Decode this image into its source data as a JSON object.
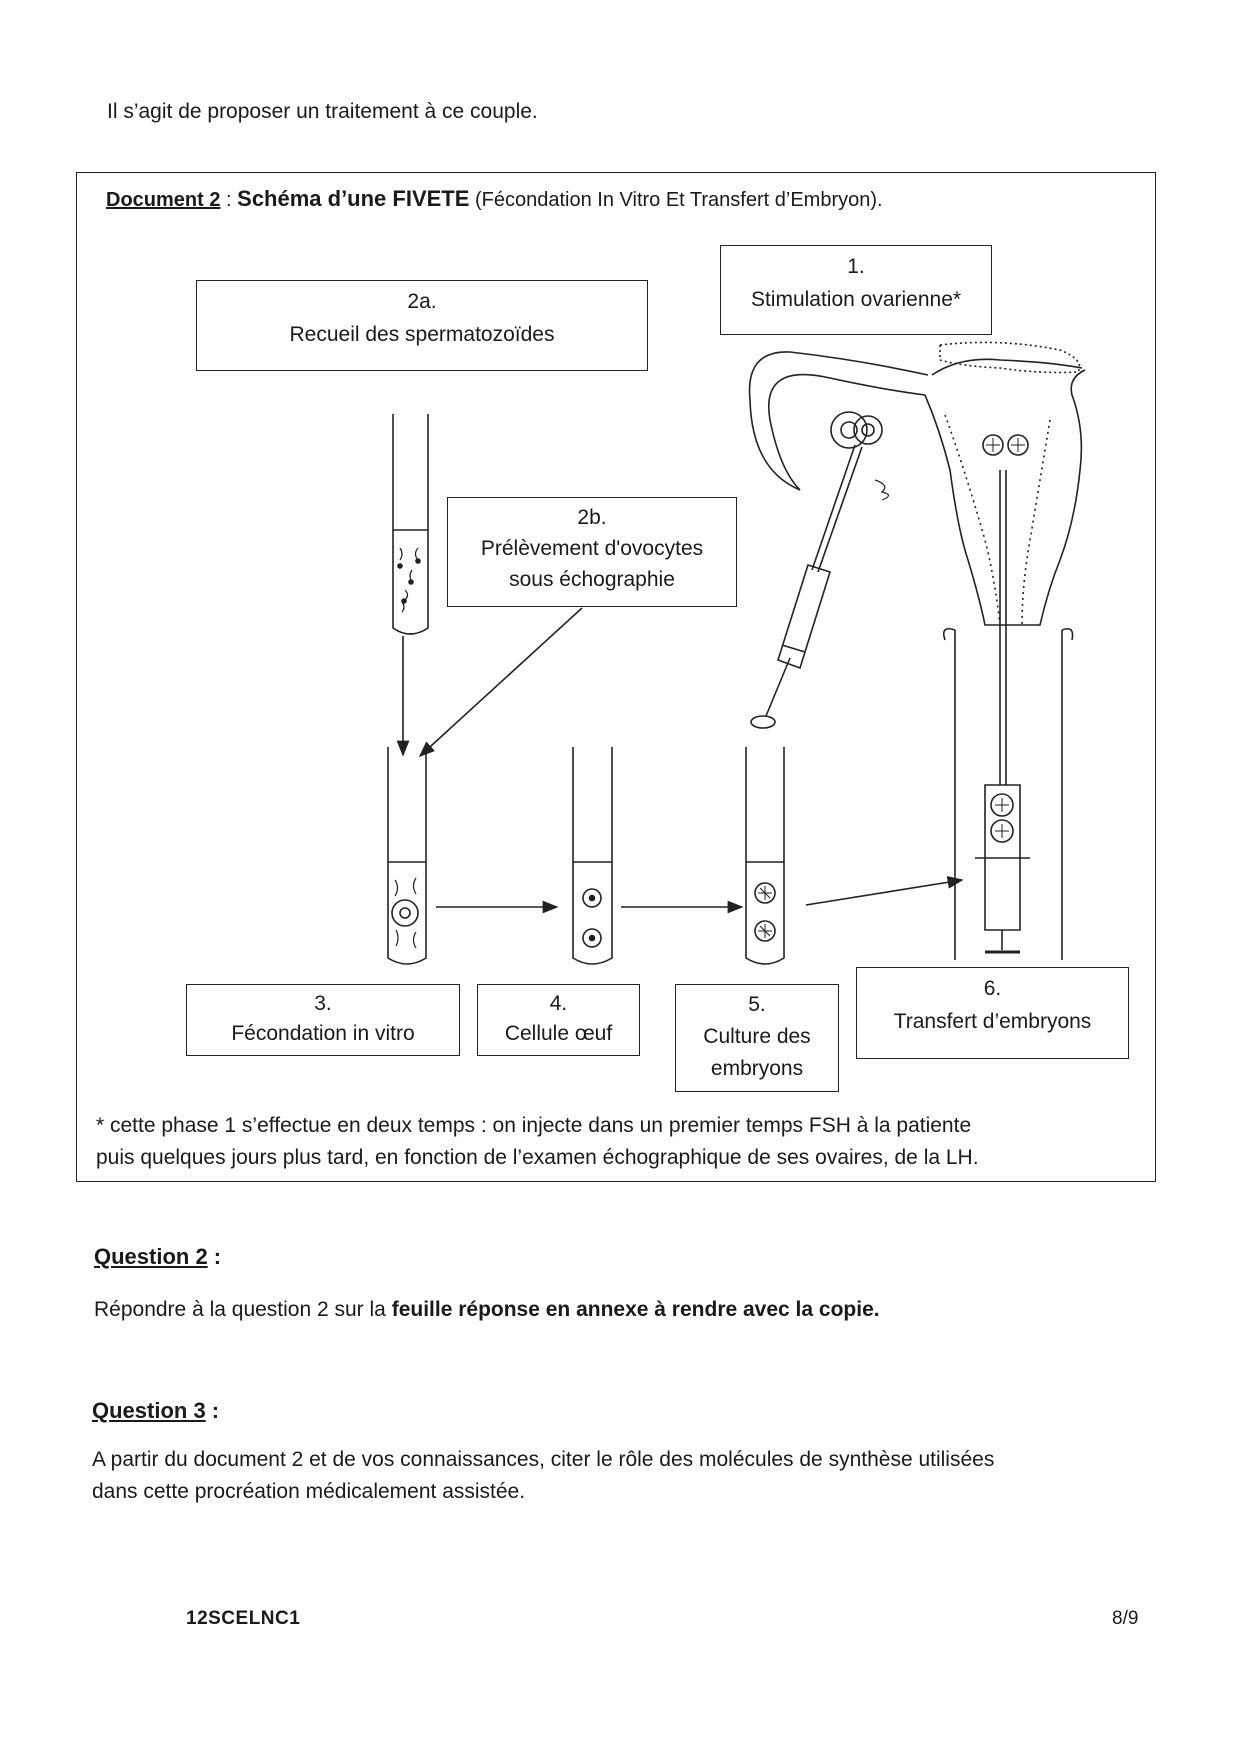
{
  "intro_text": "Il s’agit de proposer un traitement à ce couple.",
  "document": {
    "label": "Document 2",
    "separator": " : ",
    "title": "Schéma d’une FIVETE",
    "subtitle": "(Fécondation In Vitro Et Transfert d’Embryon).",
    "steps": {
      "s1": {
        "num": "1.",
        "label": "Stimulation ovarienne*"
      },
      "s2a": {
        "num": "2a.",
        "label": "Recueil des spermatozoïdes"
      },
      "s2b": {
        "num": "2b.",
        "label_line1": "Prélèvement d'ovocytes",
        "label_line2": "sous échographie"
      },
      "s3": {
        "num": "3.",
        "label": "Fécondation in vitro"
      },
      "s4": {
        "num": "4.",
        "label": "Cellule œuf"
      },
      "s5": {
        "num": "5.",
        "label_line1": "Culture des",
        "label_line2": "embryons"
      },
      "s6": {
        "num": "6.",
        "label": "Transfert d’embryons"
      }
    },
    "footnote_line1": "* cette phase 1 s’effectue en deux temps : on injecte dans un premier temps FSH à la patiente",
    "footnote_line2": "puis quelques jours plus tard, en fonction de l’examen échographique de ses ovaires, de la LH."
  },
  "question2": {
    "label": "Question 2",
    "colon": " :",
    "text_prefix": "Répondre à la question 2 sur la ",
    "text_bold": "feuille réponse en annexe à rendre avec la copie."
  },
  "question3": {
    "label": "Question 3",
    "colon": " :",
    "text_line1": "A partir du document 2 et de vos connaissances, citer le rôle des molécules de synthèse utilisées",
    "text_line2": "dans cette procréation médicalement assistée."
  },
  "footer": {
    "code": "12SCELNC1",
    "page": "8/9"
  }
}
